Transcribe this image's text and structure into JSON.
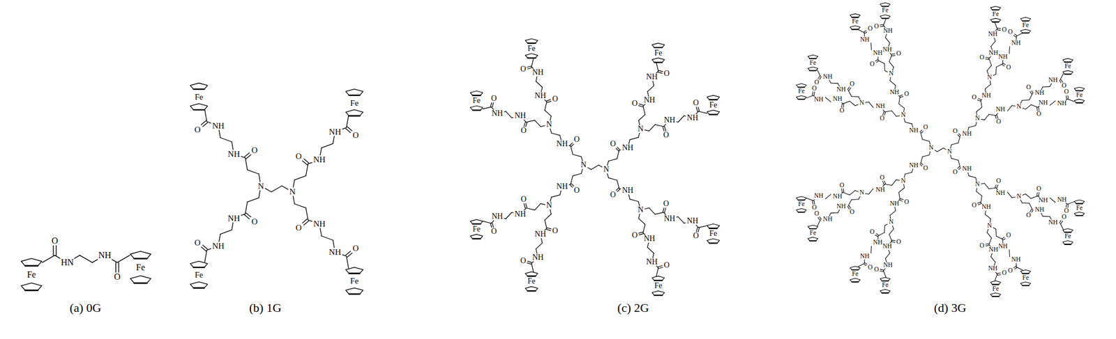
{
  "diagram": {
    "labels": [
      "(a) 0G",
      "O",
      "Fe",
      "HN",
      "NH",
      "O",
      "Fe",
      "(b) 1G",
      "N",
      "O",
      "NH",
      "NH",
      "O",
      "Fe",
      "O",
      "NH",
      "NH",
      "O",
      "Fe",
      "N",
      "O",
      "NH",
      "NH",
      "O",
      "Fe",
      "O",
      "NH",
      "NH",
      "O",
      "Fe",
      "(c) 2G",
      "N",
      "O",
      "NH",
      "N",
      "O",
      "NH",
      "NH",
      "O",
      "Fe",
      "O",
      "NH",
      "NH",
      "O",
      "Fe",
      "O",
      "NH",
      "N",
      "O",
      "NH",
      "NH",
      "O",
      "Fe",
      "O",
      "NH",
      "NH",
      "O",
      "Fe",
      "N",
      "O",
      "NH",
      "N",
      "O",
      "NH",
      "NH",
      "O",
      "Fe",
      "O",
      "NH",
      "NH",
      "O",
      "Fe",
      "O",
      "NH",
      "N",
      "O",
      "NH",
      "NH",
      "O",
      "Fe",
      "O",
      "NH",
      "NH",
      "O",
      "Fe",
      "(d) 3G",
      "N",
      "O",
      "NH",
      "N",
      "O",
      "NH",
      "N",
      "O",
      "NH",
      "NH",
      "O",
      "Fe",
      "O",
      "NH",
      "NH",
      "O",
      "Fe",
      "O",
      "NH",
      "N",
      "O",
      "NH",
      "NH",
      "O",
      "Fe",
      "O",
      "NH",
      "NH",
      "O",
      "Fe",
      "O",
      "NH",
      "N",
      "O",
      "NH",
      "N",
      "O",
      "NH",
      "NH",
      "O",
      "Fe",
      "O",
      "NH",
      "NH",
      "O",
      "Fe",
      "O",
      "NH",
      "N",
      "O",
      "NH",
      "NH",
      "O",
      "Fe",
      "O",
      "NH",
      "NH",
      "O",
      "Fe",
      "N",
      "O",
      "NH",
      "N",
      "O",
      "NH",
      "N",
      "O",
      "NH",
      "NH",
      "O",
      "Fe",
      "O",
      "NH",
      "NH",
      "O",
      "Fe",
      "O",
      "NH",
      "N",
      "O",
      "NH",
      "NH",
      "O",
      "Fe",
      "O",
      "NH",
      "NH",
      "O",
      "Fe",
      "O",
      "NH",
      "N",
      "O",
      "NH",
      "N",
      "O",
      "NH",
      "NH",
      "O",
      "Fe",
      "O",
      "NH",
      "NH",
      "O",
      "Fe",
      "O",
      "NH",
      "N",
      "O",
      "NH",
      "NH",
      "O",
      "Fe",
      "O",
      "NH",
      "NH",
      "O",
      "Fe"
    ]
  }
}
